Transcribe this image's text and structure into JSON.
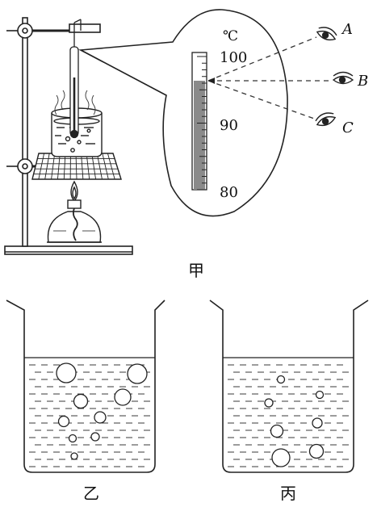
{
  "thermometer": {
    "unit": "℃",
    "ticks": [
      "100",
      "90",
      "80"
    ]
  },
  "observers": [
    "A",
    "B",
    "C"
  ],
  "captions": {
    "fig_a": "甲",
    "fig_b": "乙",
    "fig_c": "丙"
  }
}
